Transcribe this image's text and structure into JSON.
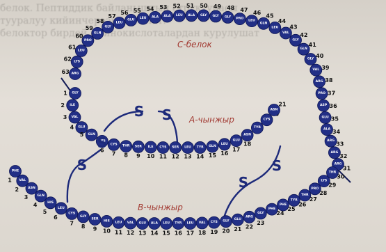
{
  "background_text": [
    "белок. Пептиддик байланыштын структурасы",
    "тууралуу кийинчерээк айтылат.",
    "белоктор бирдей аминокислоталардан курулушат",
    "...",
    "..."
  ],
  "labels": {
    "c_protein": "С-белок",
    "a_chain": "А-чынжыр",
    "b_chain": "В-чынжыр"
  },
  "disulfide_symbol": "S",
  "colors": {
    "bead": "#222f86",
    "bond": "#1d2a7a",
    "label": "#a33c34"
  },
  "c_peptide": [
    {
      "n": "63",
      "aa": "ARG"
    },
    {
      "n": "62",
      "aa": "LYS"
    },
    {
      "n": "61",
      "aa": "LEU"
    },
    {
      "n": "60",
      "aa": "PRO"
    },
    {
      "n": "59",
      "aa": "GLN"
    },
    {
      "n": "58",
      "aa": "GLY"
    },
    {
      "n": "57",
      "aa": "LEU"
    },
    {
      "n": "56",
      "aa": "GLU"
    },
    {
      "n": "55",
      "aa": "LEU"
    },
    {
      "n": "54",
      "aa": "ALA"
    },
    {
      "n": "53",
      "aa": "ALA"
    },
    {
      "n": "52",
      "aa": "LEU"
    },
    {
      "n": "51",
      "aa": "ALA"
    },
    {
      "n": "50",
      "aa": "GLY"
    },
    {
      "n": "49",
      "aa": "GLY"
    },
    {
      "n": "48",
      "aa": "GLY"
    },
    {
      "n": "47",
      "aa": "PRO"
    },
    {
      "n": "46",
      "aa": "LEU"
    },
    {
      "n": "45",
      "aa": "GLN"
    },
    {
      "n": "44",
      "aa": "LEU"
    },
    {
      "n": "43",
      "aa": "VAL"
    },
    {
      "n": "42",
      "aa": "GLY"
    },
    {
      "n": "41",
      "aa": "GLN"
    },
    {
      "n": "40",
      "aa": "GLY"
    },
    {
      "n": "39",
      "aa": "VAL"
    },
    {
      "n": "38",
      "aa": "ARG"
    },
    {
      "n": "37",
      "aa": "PRO"
    },
    {
      "n": "36",
      "aa": "ASP"
    },
    {
      "n": "35",
      "aa": "GLU"
    },
    {
      "n": "34",
      "aa": "ALA"
    },
    {
      "n": "33",
      "aa": "ARG"
    },
    {
      "n": "32",
      "aa": "ARG"
    },
    {
      "n": "31",
      "aa": "ARG"
    }
  ],
  "a_chain": [
    {
      "n": "1",
      "aa": "GLY"
    },
    {
      "n": "2",
      "aa": "ILE"
    },
    {
      "n": "3",
      "aa": "VAL"
    },
    {
      "n": "4",
      "aa": "GLU"
    },
    {
      "n": "5",
      "aa": "GLN"
    },
    {
      "n": "6",
      "aa": "CYS"
    },
    {
      "n": "7",
      "aa": "CYS"
    },
    {
      "n": "8",
      "aa": "THR"
    },
    {
      "n": "9",
      "aa": "SER"
    },
    {
      "n": "10",
      "aa": "ILE"
    },
    {
      "n": "11",
      "aa": "CYS"
    },
    {
      "n": "12",
      "aa": "SER"
    },
    {
      "n": "13",
      "aa": "LEU"
    },
    {
      "n": "14",
      "aa": "TYR"
    },
    {
      "n": "15",
      "aa": "GLN"
    },
    {
      "n": "16",
      "aa": "LEU"
    },
    {
      "n": "17",
      "aa": "GLU"
    },
    {
      "n": "18",
      "aa": "ASN"
    },
    {
      "n": "19",
      "aa": "TYR"
    },
    {
      "n": "20",
      "aa": "CYS"
    },
    {
      "n": "21",
      "aa": "ASN"
    }
  ],
  "b_chain": [
    {
      "n": "1",
      "aa": "PHE"
    },
    {
      "n": "2",
      "aa": "VAL"
    },
    {
      "n": "3",
      "aa": "ASN"
    },
    {
      "n": "4",
      "aa": "GLN"
    },
    {
      "n": "5",
      "aa": "HIS"
    },
    {
      "n": "6",
      "aa": "LEU"
    },
    {
      "n": "7",
      "aa": "CYS"
    },
    {
      "n": "8",
      "aa": "GLY"
    },
    {
      "n": "9",
      "aa": "SER"
    },
    {
      "n": "10",
      "aa": "HIS"
    },
    {
      "n": "11",
      "aa": "LEU"
    },
    {
      "n": "12",
      "aa": "VAL"
    },
    {
      "n": "13",
      "aa": "GLU"
    },
    {
      "n": "14",
      "aa": "ALA"
    },
    {
      "n": "15",
      "aa": "LEU"
    },
    {
      "n": "16",
      "aa": "TYR"
    },
    {
      "n": "17",
      "aa": "LEU"
    },
    {
      "n": "18",
      "aa": "VAL"
    },
    {
      "n": "19",
      "aa": "CYS"
    },
    {
      "n": "20",
      "aa": "GLY"
    },
    {
      "n": "21",
      "aa": "GLU"
    },
    {
      "n": "22",
      "aa": "ARG"
    },
    {
      "n": "23",
      "aa": "GLY"
    },
    {
      "n": "24",
      "aa": "PHE"
    },
    {
      "n": "25",
      "aa": "PHE"
    },
    {
      "n": "26",
      "aa": "TYR"
    },
    {
      "n": "27",
      "aa": "THR"
    },
    {
      "n": "28",
      "aa": "PRO"
    },
    {
      "n": "29",
      "aa": "LYS"
    },
    {
      "n": "30",
      "aa": "THR"
    }
  ]
}
